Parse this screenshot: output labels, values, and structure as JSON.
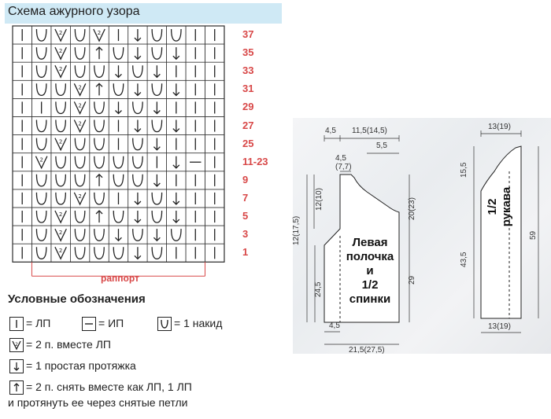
{
  "chart_title": "Схема ажурного узора",
  "row_numbers": [
    "37",
    "35",
    "33",
    "31",
    "29",
    "27",
    "25",
    "11-23",
    "9",
    "7",
    "5",
    "3",
    "1"
  ],
  "rapport_label": "раппорт",
  "grid_rows": [
    [
      "K",
      "YO",
      "D",
      "YO",
      "D",
      "K",
      "S",
      "YO",
      "YO",
      "K",
      "K"
    ],
    [
      "K",
      "YO",
      "D",
      "YO",
      "U",
      "YO",
      "S",
      "YO",
      "S",
      "K",
      "K"
    ],
    [
      "K",
      "YO",
      "D",
      "YO",
      "YO",
      "S",
      "YO",
      "S",
      "K",
      "K",
      "K"
    ],
    [
      "K",
      "YO",
      "YO",
      "D",
      "U",
      "YO",
      "S",
      "YO",
      "S",
      "K",
      "K"
    ],
    [
      "K",
      "K",
      "YO",
      "D",
      "YO",
      "S",
      "YO",
      "S",
      "K",
      "K",
      "K"
    ],
    [
      "K",
      "YO",
      "YO",
      "D",
      "YO",
      "K",
      "S",
      "YO",
      "S",
      "K",
      "K"
    ],
    [
      "K",
      "YO",
      "D",
      "YO",
      "YO",
      "K",
      "YO",
      "S",
      "K",
      "K",
      "K"
    ],
    [
      "K",
      "D",
      "YO",
      "YO",
      "YO",
      "YO",
      "YO",
      "K",
      "S",
      "P",
      "K"
    ],
    [
      "K",
      "YO",
      "YO",
      "YO",
      "U",
      "YO",
      "YO",
      "S",
      "K",
      "K",
      "K"
    ],
    [
      "K",
      "YO",
      "YO",
      "D",
      "YO",
      "K",
      "S",
      "YO",
      "S",
      "K",
      "K"
    ],
    [
      "K",
      "YO",
      "D",
      "YO",
      "U",
      "YO",
      "S",
      "YO",
      "S",
      "K",
      "K"
    ],
    [
      "K",
      "YO",
      "D",
      "YO",
      "YO",
      "S",
      "YO",
      "S",
      "YO",
      "K",
      "K"
    ],
    [
      "K",
      "YO",
      "D",
      "YO",
      "YO",
      "YO",
      "S",
      "YO",
      "K",
      "K",
      "K"
    ]
  ],
  "legend": {
    "title": "Условные обозначения",
    "knit": "= ЛП",
    "purl": "= ИП",
    "yarn_over": "= 1 накид",
    "dec": "= 2 п. вместе ЛП",
    "slip": "= 1 простая протяжка",
    "double_dec_1": "= 2 п. снять вместе как ЛП, 1 ЛП",
    "double_dec_2": "и протянуть ее через снятые петли"
  },
  "front": {
    "label_1": "Левая",
    "label_2": "полочка",
    "label_3": "и",
    "label_4": "1/2",
    "label_5": "спинки",
    "dims": {
      "top_left": "4,5",
      "top_mid": "11,5(14,5)",
      "top_right": "5,5",
      "neck": "4,5",
      "neck_alt": "(7,7)",
      "left_upper": "12(10)",
      "left_mid": "12(17,5)",
      "left_lower": "24,5",
      "right_upper": "20(23)",
      "right_lower": "29",
      "bottom_small": "4,5",
      "bottom": "21,5(27,5)"
    }
  },
  "sleeve": {
    "label_1": "1/2",
    "label_2": "рукава",
    "dims": {
      "top": "13(19)",
      "left_upper": "15,5",
      "left_lower": "43,5",
      "right": "59",
      "bottom": "13(19)"
    }
  }
}
